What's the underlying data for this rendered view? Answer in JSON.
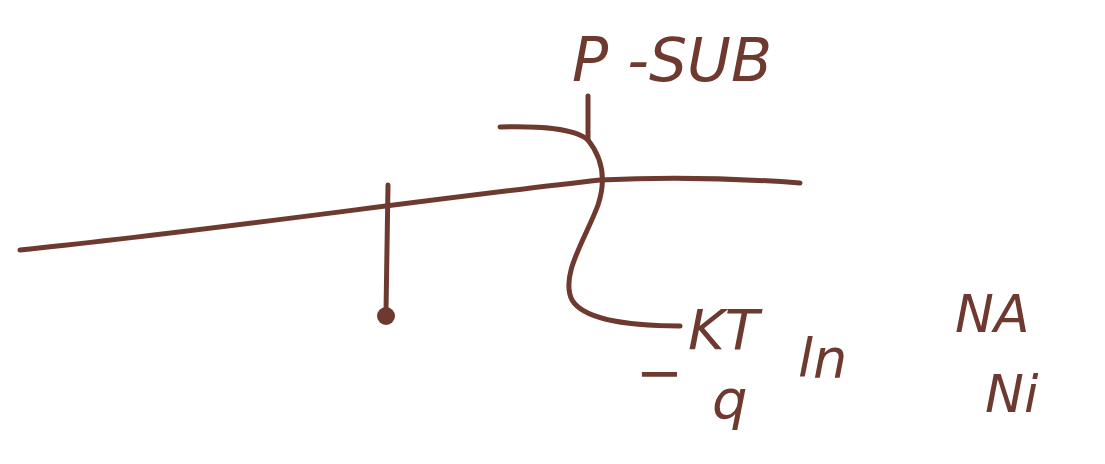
{
  "diagram": {
    "labels": [
      "P -SUB",
      "−",
      "KT",
      "q",
      "ln",
      "NA",
      "Ni"
    ]
  }
}
